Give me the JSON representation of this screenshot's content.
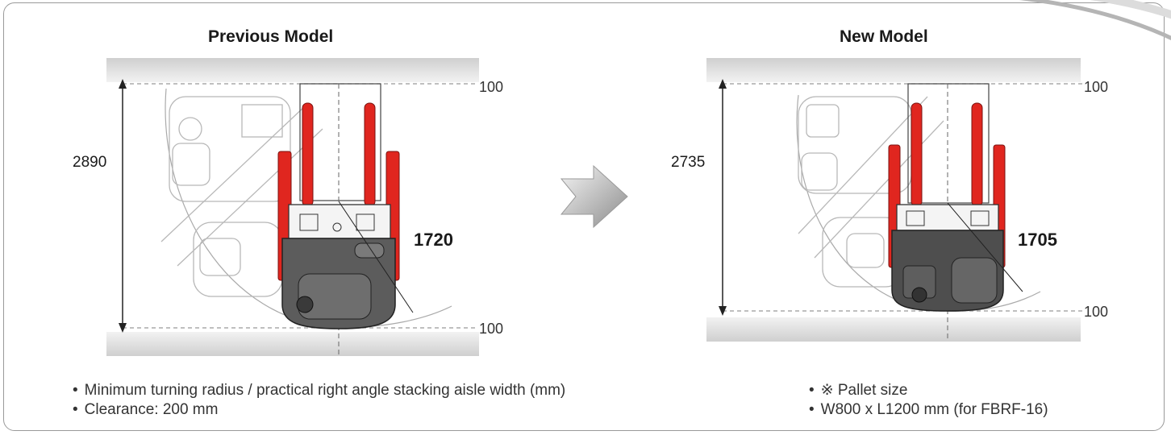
{
  "titles": {
    "previous": "Previous Model",
    "new": "New Model"
  },
  "previous": {
    "height_label": "2890",
    "turning_label": "1720",
    "clearance_top": "100",
    "clearance_bottom": "100"
  },
  "new": {
    "height_label": "2735",
    "turning_label": "1705",
    "clearance_top": "100",
    "clearance_bottom": "100"
  },
  "arrow_icon": "right-arrow-icon",
  "notes_left": [
    "Minimum turning radius / practical right angle stacking aisle width (mm)",
    "Clearance: 200 mm"
  ],
  "notes_right": [
    "※ Pallet size",
    "W800 x L1200 mm (for FBRF-16)"
  ],
  "bullet": "•",
  "colors": {
    "fork_red": "#e0261f",
    "body_dark": "#5a5a5a",
    "outline_grey": "#9a9a9a",
    "band_grey": "#d0d0d0"
  }
}
